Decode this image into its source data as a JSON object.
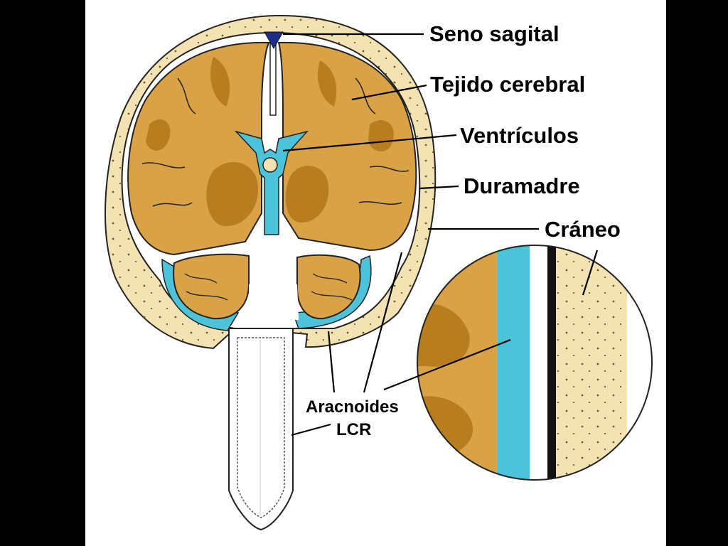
{
  "labels": {
    "sinus": "Seno sagital",
    "brain": "Tejido cerebral",
    "ventricles": "Ventrículos",
    "dura": "Duramadre",
    "skull": "Cráneo",
    "arachnoid": "Aracnoides",
    "csf": "LCR"
  },
  "colors": {
    "background": "#000000",
    "panel": "#ffffff",
    "bone": "#f4e3b2",
    "brain_light": "#d9a247",
    "brain_dark": "#b87d1e",
    "csf": "#4cc3d8",
    "sinus": "#1a2e8a"
  }
}
